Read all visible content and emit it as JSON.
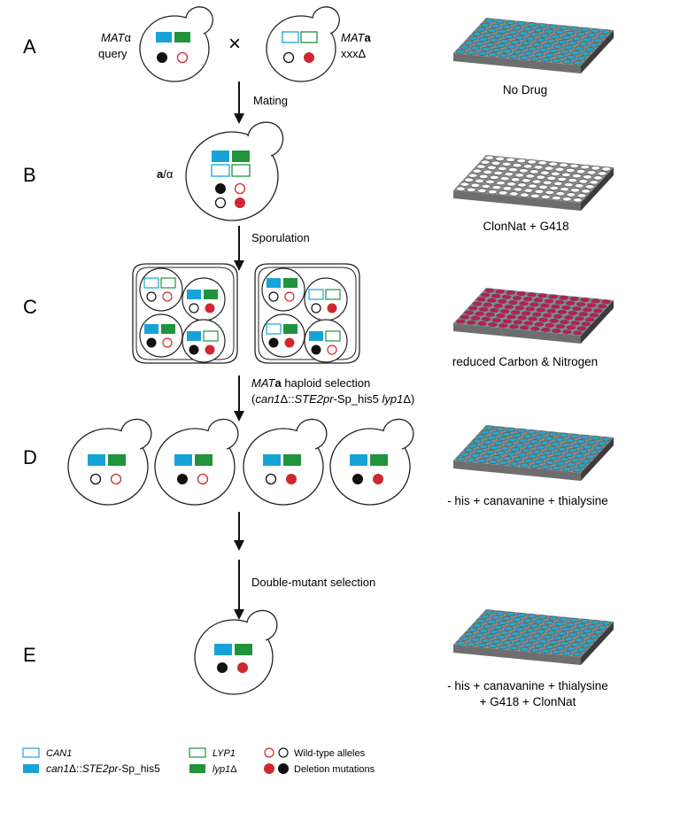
{
  "steps": {
    "a": "A",
    "b": "B",
    "c": "C",
    "d": "D",
    "e": "E"
  },
  "cell_labels": {
    "query_genotype_prefix": "MAT",
    "query_genotype_suffix": "α",
    "query_name": "query",
    "partner_genotype_prefix": "MAT",
    "partner_genotype_suffix": "a",
    "partner_name": "xxxΔ",
    "cross_symbol": "×",
    "diploid_a": "a",
    "diploid_sep": "/",
    "diploid_alpha": "α"
  },
  "transitions": {
    "mating": "Mating",
    "sporulation": "Sporulation",
    "haploid_selection_prefix": "MAT",
    "haploid_selection_bold": "a",
    "haploid_selection_suffix": " haploid selection",
    "haploid_line2_open": "(",
    "haploid_line2_can": "can1",
    "haploid_line2_delta1": "Δ::",
    "haploid_line2_ste": "STE2pr",
    "haploid_line2_sp": "-Sp_his5 ",
    "haploid_line2_lyp": "lyp1",
    "haploid_line2_close": "Δ)",
    "double_mutant": "Double-mutant selection"
  },
  "plates": [
    {
      "label": "No Drug",
      "color": "#2aa6c8"
    },
    {
      "label": "ClonNat + G418",
      "color": "#ffffff"
    },
    {
      "label": "reduced Carbon & Nitrogen",
      "color": "#c2185b"
    },
    {
      "label": "- his + canavanine + thialysine",
      "color": "#2aa6c8"
    },
    {
      "label": "- his + canavanine + thialysine",
      "label2": "+ G418 + ClonNat",
      "color": "#2aa6c8"
    }
  ],
  "legend": {
    "can1_wt": "CAN1",
    "can1_del_a": "can1",
    "can1_del_b": "Δ::",
    "can1_del_c": "STE2pr",
    "can1_del_d": "-Sp_his5",
    "lyp1_wt": "LYP1",
    "lyp1_del_a": "lyp1",
    "lyp1_del_b": "Δ",
    "wt_alleles": "Wild-type alleles",
    "deletions": "Deletion mutations"
  },
  "colors": {
    "blue": "#18a3d7",
    "green": "#21933c",
    "red": "#d0282e",
    "black": "#111111",
    "plate_dark": "#555555",
    "plate_top": "#8a8a8a"
  }
}
